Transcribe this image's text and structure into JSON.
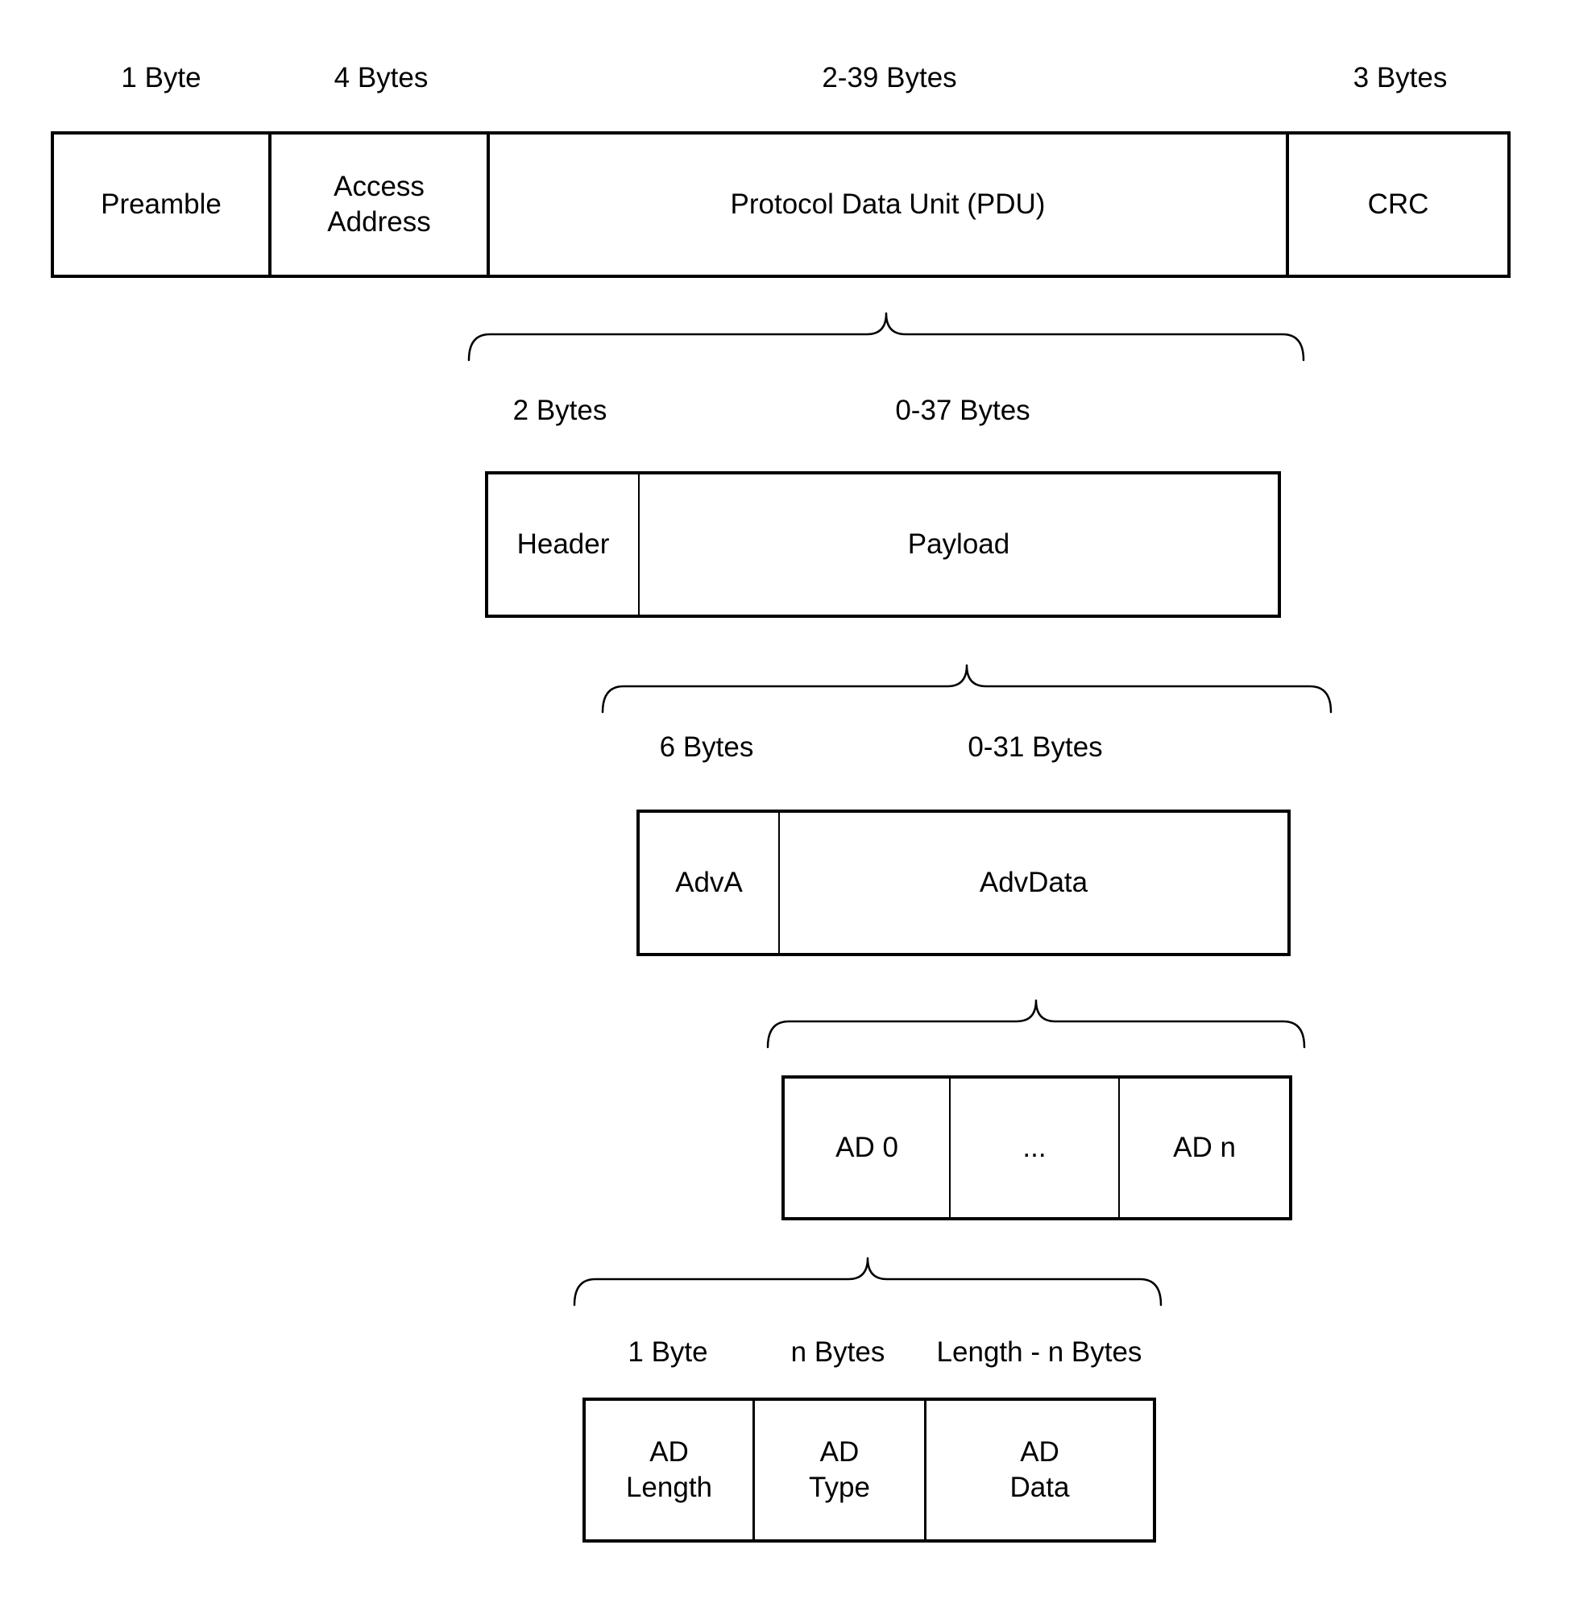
{
  "colors": {
    "background": "#ffffff",
    "line": "#000000",
    "text": "#000000"
  },
  "rows": [
    {
      "id": "packet",
      "size_labels": [
        {
          "text": "1 Byte"
        },
        {
          "text": "4 Bytes"
        },
        {
          "text": "2-39 Bytes"
        },
        {
          "text": "3 Bytes"
        }
      ],
      "cells": [
        {
          "text": "Preamble"
        },
        {
          "text": "Access\nAddress"
        },
        {
          "text": "Protocol Data Unit (PDU)"
        },
        {
          "text": "CRC"
        }
      ]
    },
    {
      "id": "pdu",
      "size_labels": [
        {
          "text": "2 Bytes"
        },
        {
          "text": "0-37 Bytes"
        }
      ],
      "cells": [
        {
          "text": "Header"
        },
        {
          "text": "Payload"
        }
      ]
    },
    {
      "id": "payload",
      "size_labels": [
        {
          "text": "6 Bytes"
        },
        {
          "text": "0-31 Bytes"
        }
      ],
      "cells": [
        {
          "text": "AdvA"
        },
        {
          "text": "AdvData"
        }
      ]
    },
    {
      "id": "advdata",
      "size_labels": [],
      "cells": [
        {
          "text": "AD 0"
        },
        {
          "text": "..."
        },
        {
          "text": "AD n"
        }
      ]
    },
    {
      "id": "ad_structure",
      "size_labels": [
        {
          "text": "1 Byte"
        },
        {
          "text": "n Bytes"
        },
        {
          "text": "Length - n Bytes"
        }
      ],
      "cells": [
        {
          "text": "AD\nLength"
        },
        {
          "text": "AD\nType"
        },
        {
          "text": "AD\nData"
        }
      ]
    }
  ]
}
